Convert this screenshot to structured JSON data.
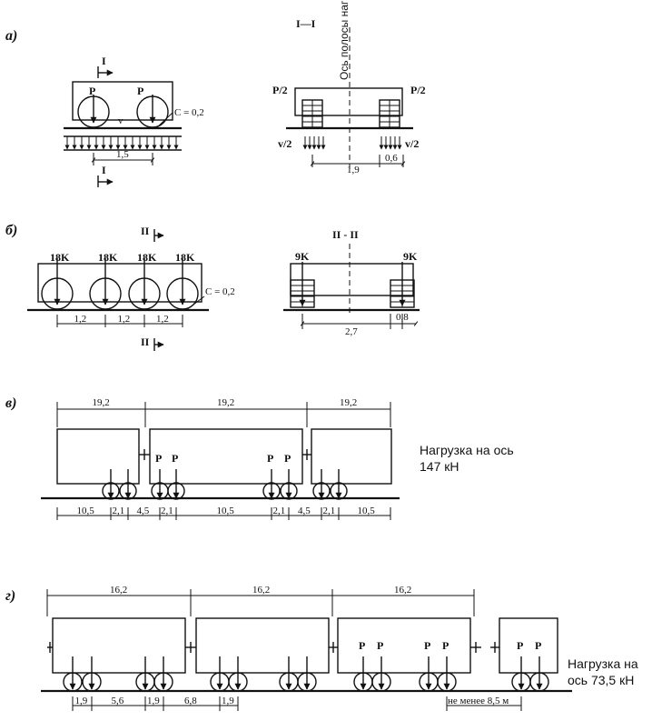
{
  "sections": {
    "a": {
      "letter": "а)",
      "section_mark": "I",
      "section_title": "I—I",
      "axis_label": "Ось полосы нагрузки",
      "wheel_load": "P",
      "half_load": "P/2",
      "distributed_load": "v",
      "half_distributed": "v/2",
      "contact": "C = 0,2",
      "dim_axle": "1,5",
      "dim_track": "1,9",
      "dim_wheel": "0,6"
    },
    "b": {
      "letter": "б)",
      "section_mark": "II",
      "section_title": "II - II",
      "axle_load": "18K",
      "half_axle_load": "9K",
      "contact": "C = 0,2",
      "dims": [
        "1,2",
        "1,2",
        "1,2"
      ],
      "dim_track": "2,7",
      "dim_wheel": "0,8"
    },
    "v": {
      "letter": "в)",
      "car_lengths": [
        "19,2",
        "19,2",
        "19,2"
      ],
      "wheel_load": "P",
      "dims": [
        "10,5",
        "2,1",
        "4,5",
        "2,1",
        "10,5",
        "2,1",
        "4,5",
        "2,1",
        "10,5"
      ],
      "note_line1": "Нагрузка на ось",
      "note_line2": "147 кН"
    },
    "g": {
      "letter": "г)",
      "car_lengths": [
        "16,2",
        "16,2",
        "16,2"
      ],
      "wheel_load": "P",
      "dims": [
        "1,9",
        "5,6",
        "1,9",
        "6,8",
        "1,9"
      ],
      "min_gap": "не менее 8,5 м",
      "note_line1": "Нагрузка на",
      "note_line2": "ось 73,5 кН"
    }
  }
}
